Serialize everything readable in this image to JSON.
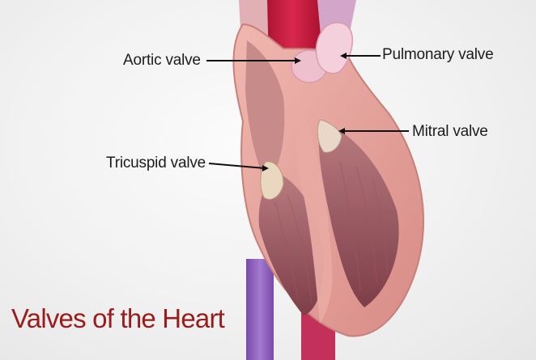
{
  "diagram": {
    "title": "Valves of the Heart",
    "labels": {
      "aortic": "Aortic valve",
      "pulmonary": "Pulmonary valve",
      "mitral": "Mitral valve",
      "tricuspid": "Tricuspid valve"
    }
  },
  "colors": {
    "title": "#9b1b1b",
    "heart_wall": "#e3a39c",
    "heart_chamber": "#9c5a60",
    "aorta": "#c8183e",
    "vena_cava": "#8a5ab8",
    "valve_pink": "#f2c2d2"
  }
}
